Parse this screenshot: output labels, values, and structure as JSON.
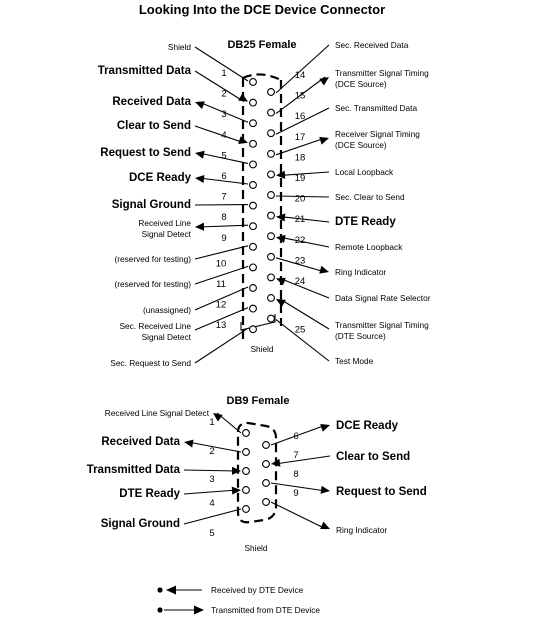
{
  "title": "Looking Into the DCE Device Connector",
  "db25": {
    "name": "DB25 Female",
    "shield": "Shield",
    "top_pins": [
      {
        "num": "1",
        "label": "Shield",
        "dir": "none",
        "bold": false
      },
      {
        "num": "2",
        "label": "Transmitted Data",
        "dir": "in",
        "bold": true
      },
      {
        "num": "3",
        "label": "Received Data",
        "dir": "out",
        "bold": true
      },
      {
        "num": "4",
        "label": "Clear to Send",
        "dir": "in",
        "bold": true
      },
      {
        "num": "5",
        "label": "Request to Send",
        "dir": "out",
        "bold": true
      },
      {
        "num": "6",
        "label": "DCE Ready",
        "dir": "out",
        "bold": true
      },
      {
        "num": "7",
        "label": "Signal Ground",
        "dir": "none",
        "bold": true
      },
      {
        "num": "8",
        "label": "Received Line Signal Detect",
        "dir": "out",
        "bold": false
      },
      {
        "num": "9",
        "label": "(reserved for testing)",
        "dir": "none",
        "bold": false
      },
      {
        "num": "10",
        "label": "(reserved for testing)",
        "dir": "none",
        "bold": false
      },
      {
        "num": "11",
        "label": "(unassigned)",
        "dir": "none",
        "bold": false
      },
      {
        "num": "12",
        "label": "Sec. Received Line Signal Detect",
        "dir": "none",
        "bold": false
      },
      {
        "num": "13",
        "label": "Sec. Request to Send",
        "dir": "none",
        "bold": false
      }
    ],
    "bottom_pins": [
      {
        "num": "14",
        "label": "Sec. Received Data",
        "dir": "none",
        "bold": false
      },
      {
        "num": "15",
        "label": "Transmitter Signal Timing (DCE Source)",
        "dir": "out",
        "bold": false
      },
      {
        "num": "16",
        "label": "Sec. Transmitted Data",
        "dir": "none",
        "bold": false
      },
      {
        "num": "17",
        "label": "Receiver Signal Timing (DCE Source)",
        "dir": "out",
        "bold": false
      },
      {
        "num": "18",
        "label": "Local Loopback",
        "dir": "in",
        "bold": false
      },
      {
        "num": "19",
        "label": "Sec. Clear to Send",
        "dir": "none",
        "bold": false
      },
      {
        "num": "20",
        "label": "DTE Ready",
        "dir": "in",
        "bold": true
      },
      {
        "num": "21",
        "label": "Remote Loopback",
        "dir": "in",
        "bold": false
      },
      {
        "num": "22",
        "label": "Ring Indicator",
        "dir": "out",
        "bold": false
      },
      {
        "num": "23",
        "label": "Data Signal Rate Selector",
        "dir": "in",
        "bold": false
      },
      {
        "num": "24",
        "label": "Transmitter Signal Timing (DTE Source)",
        "dir": "in",
        "bold": false
      },
      {
        "num": "25",
        "label": "Test Mode",
        "dir": "none",
        "bold": false
      }
    ]
  },
  "db9": {
    "name": "DB9 Female",
    "shield": "Shield",
    "left_pins": [
      {
        "num": "1",
        "label": "Received Line Signal Detect",
        "dir": "out",
        "bold": false
      },
      {
        "num": "2",
        "label": "Received Data",
        "dir": "out",
        "bold": true
      },
      {
        "num": "3",
        "label": "Transmitted Data",
        "dir": "in",
        "bold": true
      },
      {
        "num": "4",
        "label": "DTE Ready",
        "dir": "in",
        "bold": true
      },
      {
        "num": "5",
        "label": "Signal Ground",
        "dir": "none",
        "bold": true
      }
    ],
    "right_pins": [
      {
        "num": "6",
        "label": "DCE Ready",
        "dir": "out",
        "bold": true
      },
      {
        "num": "7",
        "label": "Clear to Send",
        "dir": "in",
        "bold": true
      },
      {
        "num": "8",
        "label": "Request to Send",
        "dir": "out",
        "bold": true
      },
      {
        "num": "9",
        "label": "Ring Indicator",
        "dir": "out",
        "bold": false
      }
    ]
  },
  "legend": [
    {
      "label": "Received by DTE Device",
      "dir": "received"
    },
    {
      "label": "Transmitted from DTE Device",
      "dir": "transmitted"
    }
  ]
}
